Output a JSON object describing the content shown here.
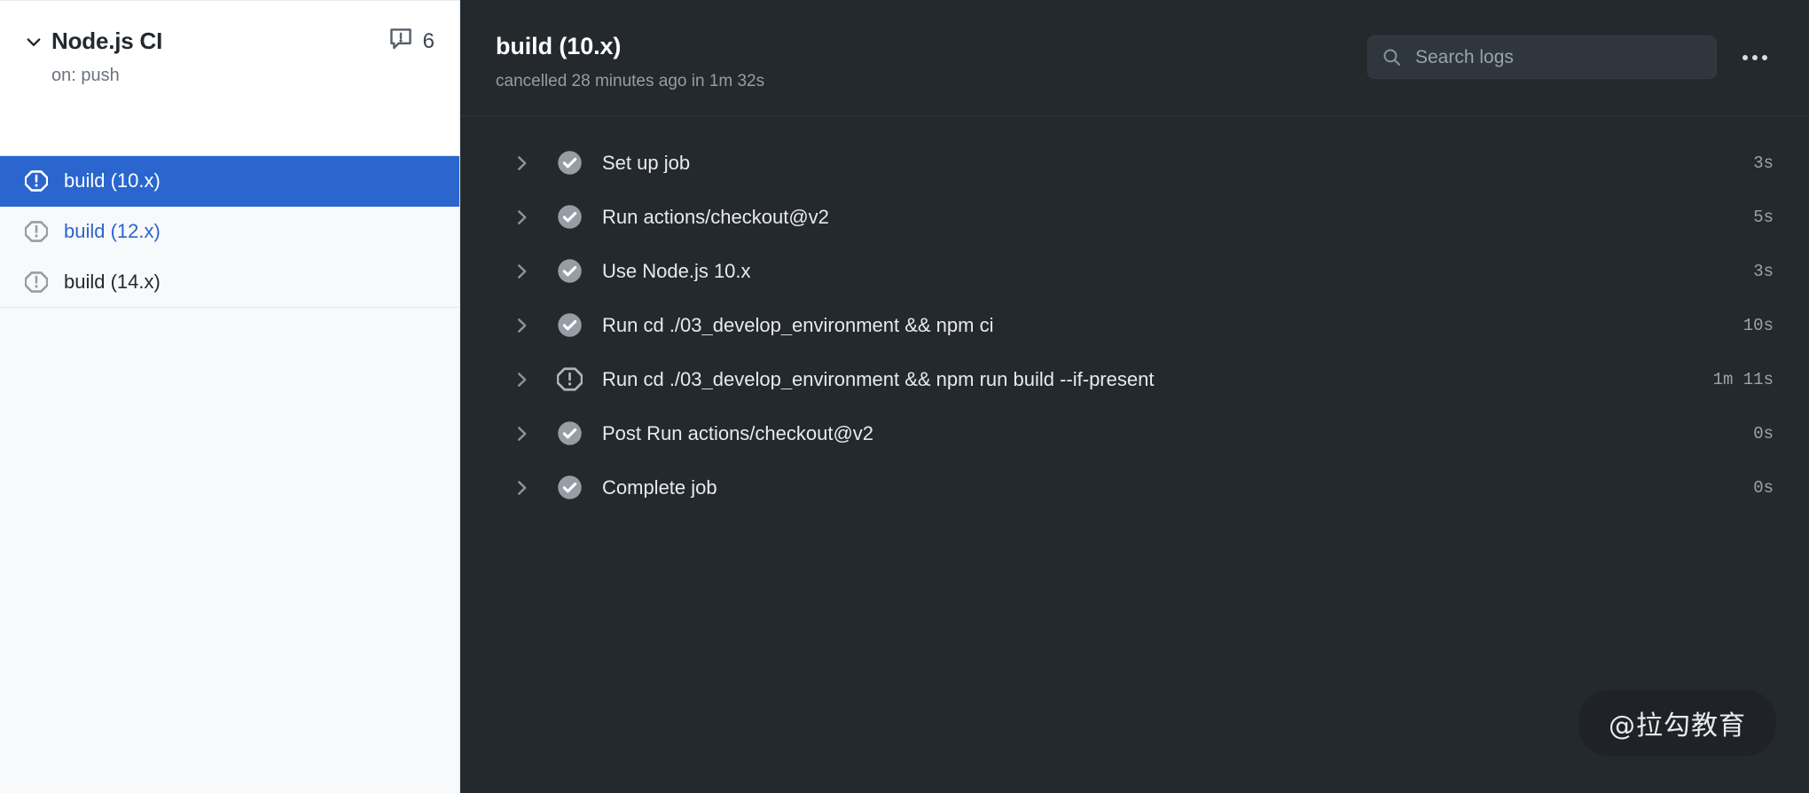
{
  "colors": {
    "selected_blue": "#2a66ce",
    "link_blue": "#2a66ce",
    "sidebar_bg": "#f8f9fb",
    "logs_bg": "#24292e",
    "search_bg": "#2f363d",
    "status_gray": "#959da5",
    "muted_text": "#959da5"
  },
  "sidebar": {
    "workflow_title": "Node.js CI",
    "workflow_trigger": "on: push",
    "annotations_count": "6",
    "collapse_icon": "chevron-down-icon",
    "annotation_icon": "annotation-alert-icon",
    "jobs": [
      {
        "label": "build (10.x)",
        "status": "cancelled",
        "icon": "octagon-alert-icon",
        "selected": true
      },
      {
        "label": "build (12.x)",
        "status": "cancelled",
        "icon": "octagon-alert-icon",
        "selected": false
      },
      {
        "label": "build (14.x)",
        "status": "cancelled",
        "icon": "octagon-alert-icon",
        "selected": false
      }
    ]
  },
  "logs": {
    "job_title": "build (10.x)",
    "job_meta": "cancelled 28 minutes ago in 1m 32s",
    "search": {
      "placeholder": "Search logs",
      "value": "",
      "icon": "search-icon"
    },
    "menu_icon": "kebab-menu-icon",
    "steps": [
      {
        "label": "Set up job",
        "duration": "3s",
        "status": "success",
        "icon": "check-circle-icon"
      },
      {
        "label": "Run actions/checkout@v2",
        "duration": "5s",
        "status": "success",
        "icon": "check-circle-icon"
      },
      {
        "label": "Use Node.js 10.x",
        "duration": "3s",
        "status": "success",
        "icon": "check-circle-icon"
      },
      {
        "label": "Run cd ./03_develop_environment && npm ci",
        "duration": "10s",
        "status": "success",
        "icon": "check-circle-icon"
      },
      {
        "label": "Run cd ./03_develop_environment && npm run build --if-present",
        "duration": "1m 11s",
        "status": "cancelled",
        "icon": "octagon-alert-icon"
      },
      {
        "label": "Post Run actions/checkout@v2",
        "duration": "0s",
        "status": "success",
        "icon": "check-circle-icon"
      },
      {
        "label": "Complete job",
        "duration": "0s",
        "status": "success",
        "icon": "check-circle-icon"
      }
    ]
  },
  "watermark": {
    "text": "@拉勾教育"
  }
}
